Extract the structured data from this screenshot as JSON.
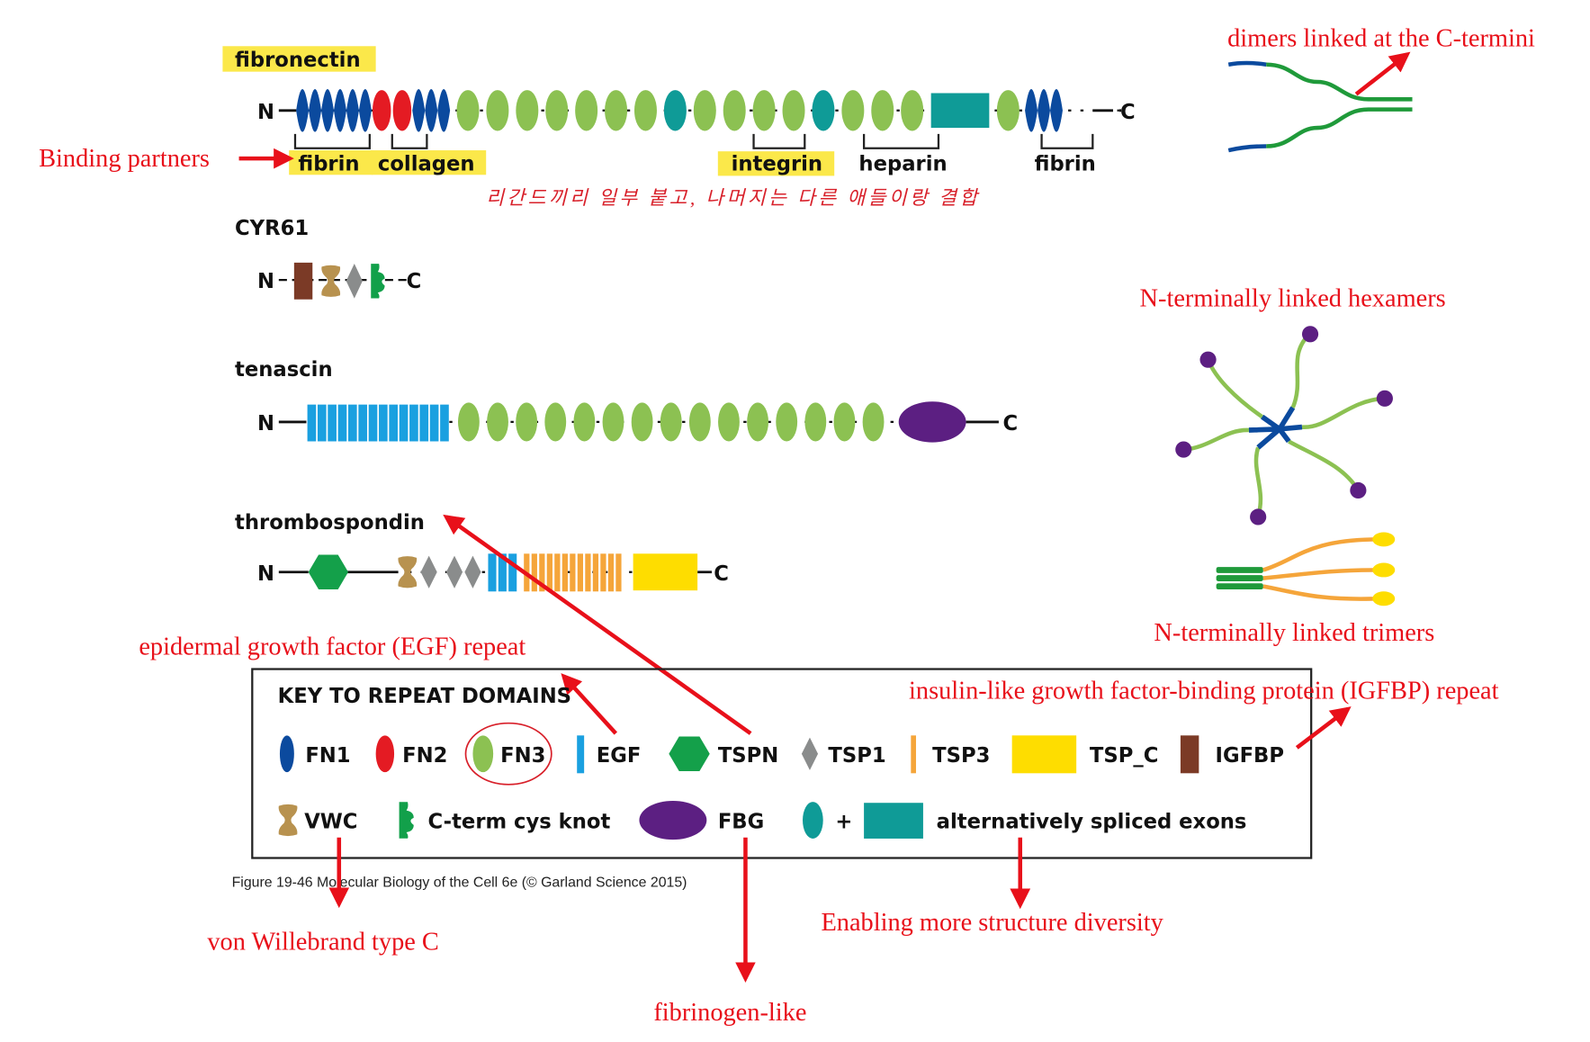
{
  "proteins": [
    {
      "name": "fibronectin",
      "highlighted": true,
      "n_label": "N",
      "c_label": "C",
      "domains": [
        "FN1",
        "FN1",
        "FN1",
        "FN1",
        "FN1",
        "FN1",
        "FN2",
        "FN2",
        "FN1",
        "FN1",
        "FN1",
        "FN3",
        "FN3",
        "FN3",
        "FN3",
        "FN3",
        "FN3",
        "FN3",
        "ALT_OVAL",
        "FN3",
        "FN3",
        "FN3",
        "FN3",
        "ALT_OVAL",
        "FN3",
        "FN3",
        "FN3",
        "ALT_RECT",
        "FN3",
        "FN1",
        "FN1",
        "FN1"
      ],
      "binding_sites": [
        {
          "label": "fibrin",
          "highlighted": true
        },
        {
          "label": "collagen",
          "highlighted": true
        },
        {
          "label": "integrin",
          "highlighted": true
        },
        {
          "label": "heparin",
          "highlighted": false
        },
        {
          "label": "fibrin",
          "highlighted": false
        }
      ]
    },
    {
      "name": "CYR61",
      "n_label": "N",
      "c_label": "C",
      "domains": [
        "IGFBP",
        "VWC",
        "TSP1",
        "CTCK"
      ]
    },
    {
      "name": "tenascin",
      "n_label": "N",
      "c_label": "C",
      "domains": [
        "EGFx14",
        "FN3x15",
        "FBG"
      ]
    },
    {
      "name": "thrombospondin",
      "n_label": "N",
      "c_label": "C",
      "domains": [
        "TSPN",
        "VWC",
        "TSP1",
        "TSP1",
        "TSP1",
        "EGF",
        "EGF",
        "EGF",
        "TSP3x13",
        "TSP_C"
      ]
    }
  ],
  "key": {
    "title": "KEY TO REPEAT DOMAINS",
    "row1": [
      {
        "id": "FN1",
        "label": "FN1",
        "color": "#0b4a9e"
      },
      {
        "id": "FN2",
        "label": "FN2",
        "color": "#e41b23"
      },
      {
        "id": "FN3",
        "label": "FN3",
        "color": "#8cc152",
        "circled": true
      },
      {
        "id": "EGF",
        "label": "EGF",
        "color": "#1aa0e0"
      },
      {
        "id": "TSPN",
        "label": "TSPN",
        "color": "#14a04a"
      },
      {
        "id": "TSP1",
        "label": "TSP1",
        "color": "#8a8c8c"
      },
      {
        "id": "TSP3",
        "label": "TSP3",
        "color": "#f5a53a"
      },
      {
        "id": "TSP_C",
        "label": "TSP_C",
        "color": "#fedd00"
      },
      {
        "id": "IGFBP",
        "label": "IGFBP",
        "color": "#7b3a26"
      }
    ],
    "row2": [
      {
        "id": "VWC",
        "label": "VWC",
        "color": "#b8924f"
      },
      {
        "id": "CTCK",
        "label": "C-term cys knot",
        "color": "#12a04a"
      },
      {
        "id": "FBG",
        "label": "FBG",
        "color": "#5c1f82"
      },
      {
        "id": "ALT",
        "label": "alternatively spliced exons",
        "color": "#0f9b97",
        "plus": "+"
      }
    ]
  },
  "caption": "Figure 19-46  Molecular Biology of the Cell 6e (© Garland Science 2015)",
  "annotations": {
    "binding_partners": "Binding partners",
    "korean_note": "리간드끼리 일부 붙고, 나머지는 다른 애들이랑 결합",
    "dimers": "dimers linked at the C-termini",
    "hexamers": "N-terminally linked hexamers",
    "trimers": "N-terminally linked trimers",
    "egf_repeat": "epidermal growth factor (EGF) repeat",
    "igfbp_repeat": "insulin-like growth factor-binding protein (IGFBP) repeat",
    "vwc": "von Willebrand type C",
    "fibrinogen": "fibrinogen-like",
    "diversity": "Enabling more structure diversity"
  },
  "colors": {
    "annotation_red": "#e8101a",
    "highlight_yellow": "#fbe84a",
    "fn3_green": "#8cc152",
    "fn1_blue": "#0b4a9e",
    "fn2_red": "#e41b23",
    "alt_teal": "#0f9b97",
    "egf_blue": "#1aa0e0",
    "fbg_purple": "#5c1f82",
    "tsp3_orange": "#f5a53a",
    "tspc_yellow": "#fedd00",
    "tspn_green": "#14a04a",
    "tsp1_grey": "#8a8c8c",
    "vwc_tan": "#b8924f",
    "igfbp_brown": "#7b3a26"
  }
}
